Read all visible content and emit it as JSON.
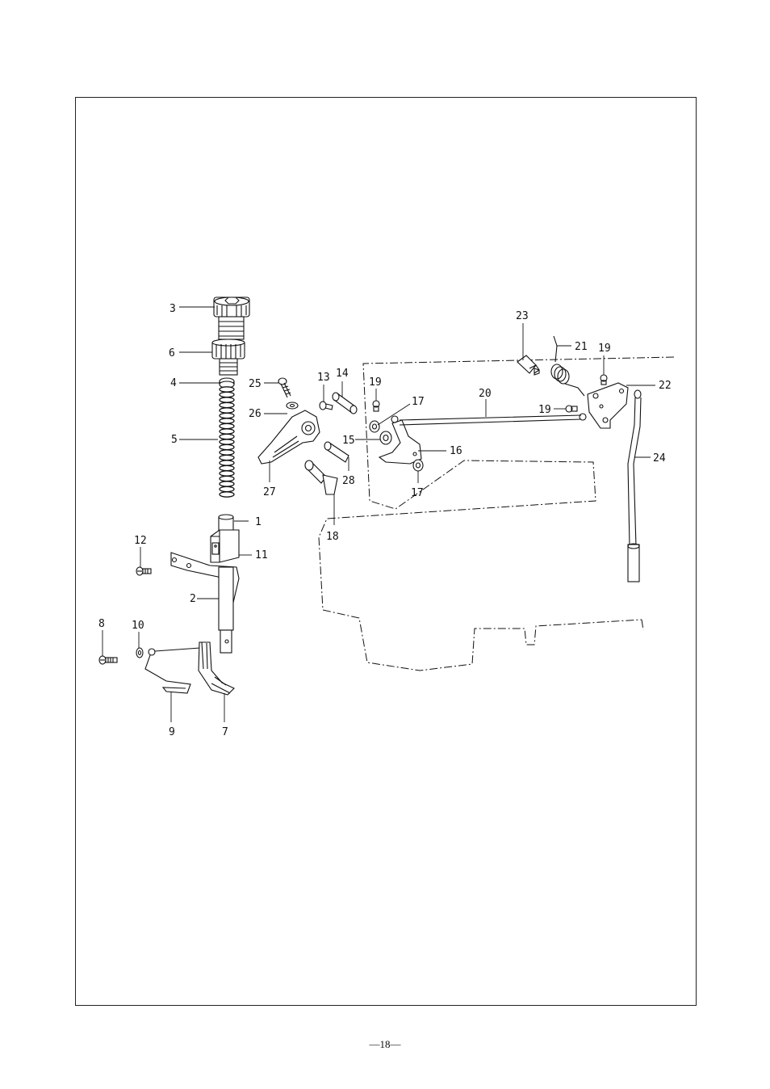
{
  "page": {
    "number": "—18—"
  },
  "parts_diagram": {
    "callouts": [
      {
        "id": "3",
        "label": "3"
      },
      {
        "id": "6",
        "label": "6"
      },
      {
        "id": "4",
        "label": "4"
      },
      {
        "id": "5",
        "label": "5"
      },
      {
        "id": "1",
        "label": "1"
      },
      {
        "id": "12",
        "label": "12"
      },
      {
        "id": "11",
        "label": "11"
      },
      {
        "id": "2",
        "label": "2"
      },
      {
        "id": "8",
        "label": "8"
      },
      {
        "id": "10",
        "label": "10"
      },
      {
        "id": "9",
        "label": "9"
      },
      {
        "id": "7",
        "label": "7"
      },
      {
        "id": "25",
        "label": "25"
      },
      {
        "id": "26",
        "label": "26"
      },
      {
        "id": "27",
        "label": "27"
      },
      {
        "id": "13",
        "label": "13"
      },
      {
        "id": "14",
        "label": "14"
      },
      {
        "id": "28",
        "label": "28"
      },
      {
        "id": "18",
        "label": "18"
      },
      {
        "id": "19a",
        "label": "19"
      },
      {
        "id": "17a",
        "label": "17"
      },
      {
        "id": "15",
        "label": "15"
      },
      {
        "id": "16",
        "label": "16"
      },
      {
        "id": "17b",
        "label": "17"
      },
      {
        "id": "20",
        "label": "20"
      },
      {
        "id": "19b",
        "label": "19"
      },
      {
        "id": "23",
        "label": "23"
      },
      {
        "id": "21",
        "label": "21"
      },
      {
        "id": "19c",
        "label": "19"
      },
      {
        "id": "22",
        "label": "22"
      },
      {
        "id": "24",
        "label": "24"
      }
    ]
  }
}
